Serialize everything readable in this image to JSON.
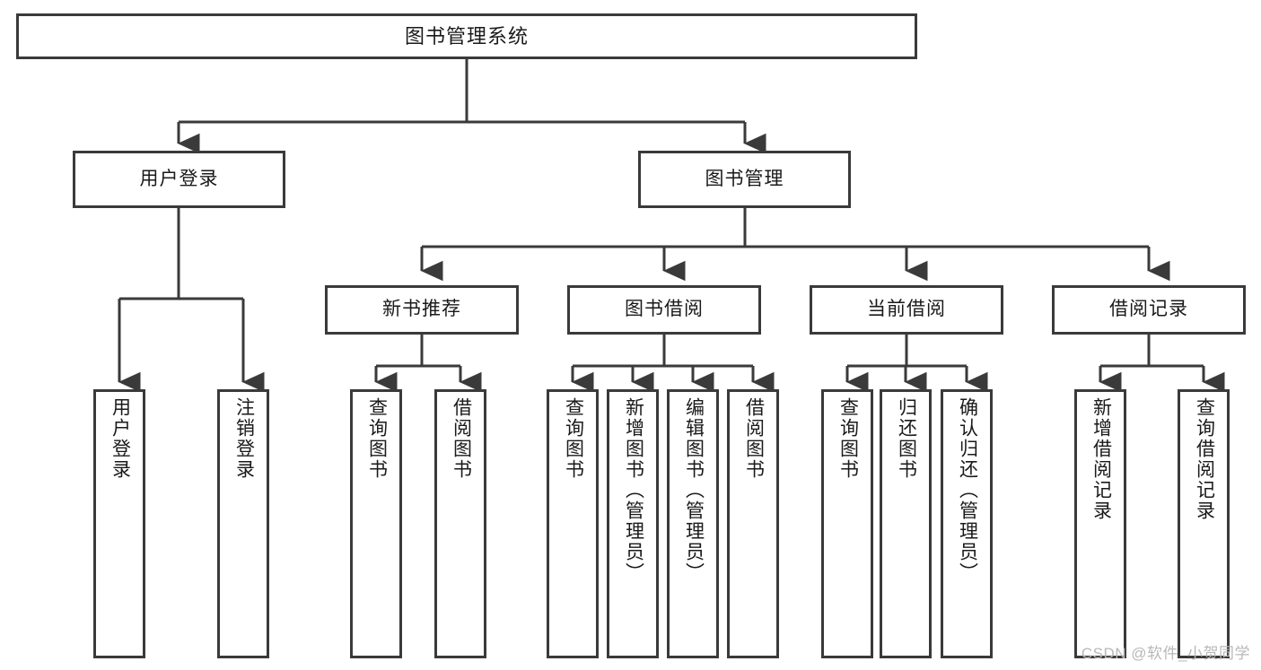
{
  "diagram": {
    "type": "tree",
    "title": "图书管理系统",
    "watermark": "CSDN @软件_小贺同学",
    "colors": {
      "border": "#3a3a3a",
      "background": "#ffffff",
      "text": "#1a1a1a",
      "watermark": "#b8b8b8"
    },
    "nodes": {
      "root": {
        "label": "图书管理系统"
      },
      "level2": [
        {
          "label": "用户登录"
        },
        {
          "label": "图书管理"
        }
      ],
      "level3": [
        {
          "label": "新书推荐"
        },
        {
          "label": "图书借阅"
        },
        {
          "label": "当前借阅"
        },
        {
          "label": "借阅记录"
        }
      ],
      "leaves": {
        "user_login": [
          {
            "label": "用户登录"
          },
          {
            "label": "注销登录"
          }
        ],
        "new_book": [
          {
            "label": "查询图书"
          },
          {
            "label": "借阅图书"
          }
        ],
        "book_borrow": [
          {
            "label": "查询图书"
          },
          {
            "label": "新增图书（管理员）"
          },
          {
            "label": "编辑图书（管理员）"
          },
          {
            "label": "借阅图书"
          }
        ],
        "current_borrow": [
          {
            "label": "查询图书"
          },
          {
            "label": "归还图书"
          },
          {
            "label": "确认归还（管理员）"
          }
        ],
        "borrow_record": [
          {
            "label": "新增借阅记录"
          },
          {
            "label": "查询借阅记录"
          }
        ]
      }
    }
  }
}
